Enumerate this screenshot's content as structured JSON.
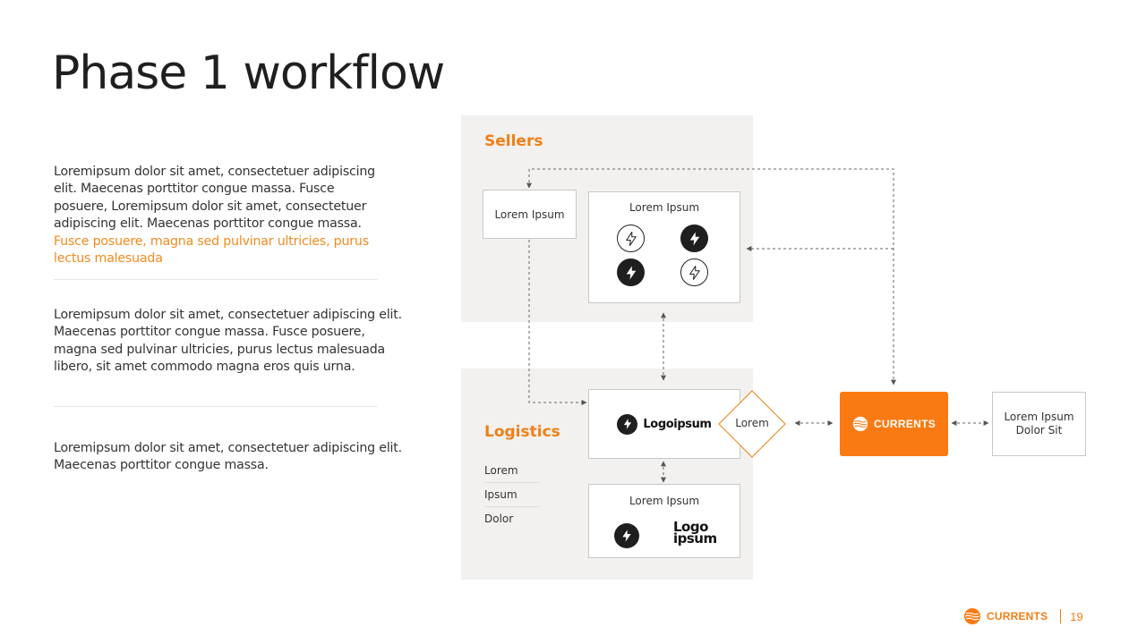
{
  "slide": {
    "title": "Phase 1 workflow",
    "page_number": "19"
  },
  "left_text": {
    "paragraph1_main": "Loremipsum dolor sit amet, consectetuer adipiscing elit. Maecenas porttitor congue massa. Fusce posuere, Loremipsum dolor sit amet, consectetuer adipiscing elit. Maecenas porttitor congue massa. ",
    "paragraph1_highlight": "Fusce posuere, magna sed pulvinar ultricies, purus lectus malesuada",
    "paragraph2": "Loremipsum dolor sit amet, consectetuer adipiscing elit. Maecenas porttitor congue massa. Fusce posuere, magna sed pulvinar ultricies, purus lectus malesuada libero, sit amet commodo magna eros quis urna.",
    "paragraph3": "Loremipsum dolor sit amet, consectetuer adipiscing elit. Maecenas porttitor congue massa."
  },
  "diagram": {
    "sellers_label": "Sellers",
    "logistics_label": "Logistics",
    "sellers_box_label": "Lorem Ipsum",
    "icons_box_label": "Lorem Ipsum",
    "logo_box_text": "Logoipsum",
    "logistics_box_label": "Lorem Ipsum",
    "logo_stack_line1": "Logo",
    "logo_stack_line2": "ipsum",
    "diamond_label": "Lorem",
    "currents_label": "CURRENTS",
    "output_line1": "Lorem Ipsum",
    "output_line2": "Dolor Sit",
    "logistics_list": [
      "Lorem",
      "Ipsum",
      "Dolor"
    ]
  },
  "footer": {
    "brand": "CURRENTS"
  },
  "colors": {
    "accent": "#f97a12",
    "panel_bg": "#f2f1ef",
    "text": "#333333"
  }
}
